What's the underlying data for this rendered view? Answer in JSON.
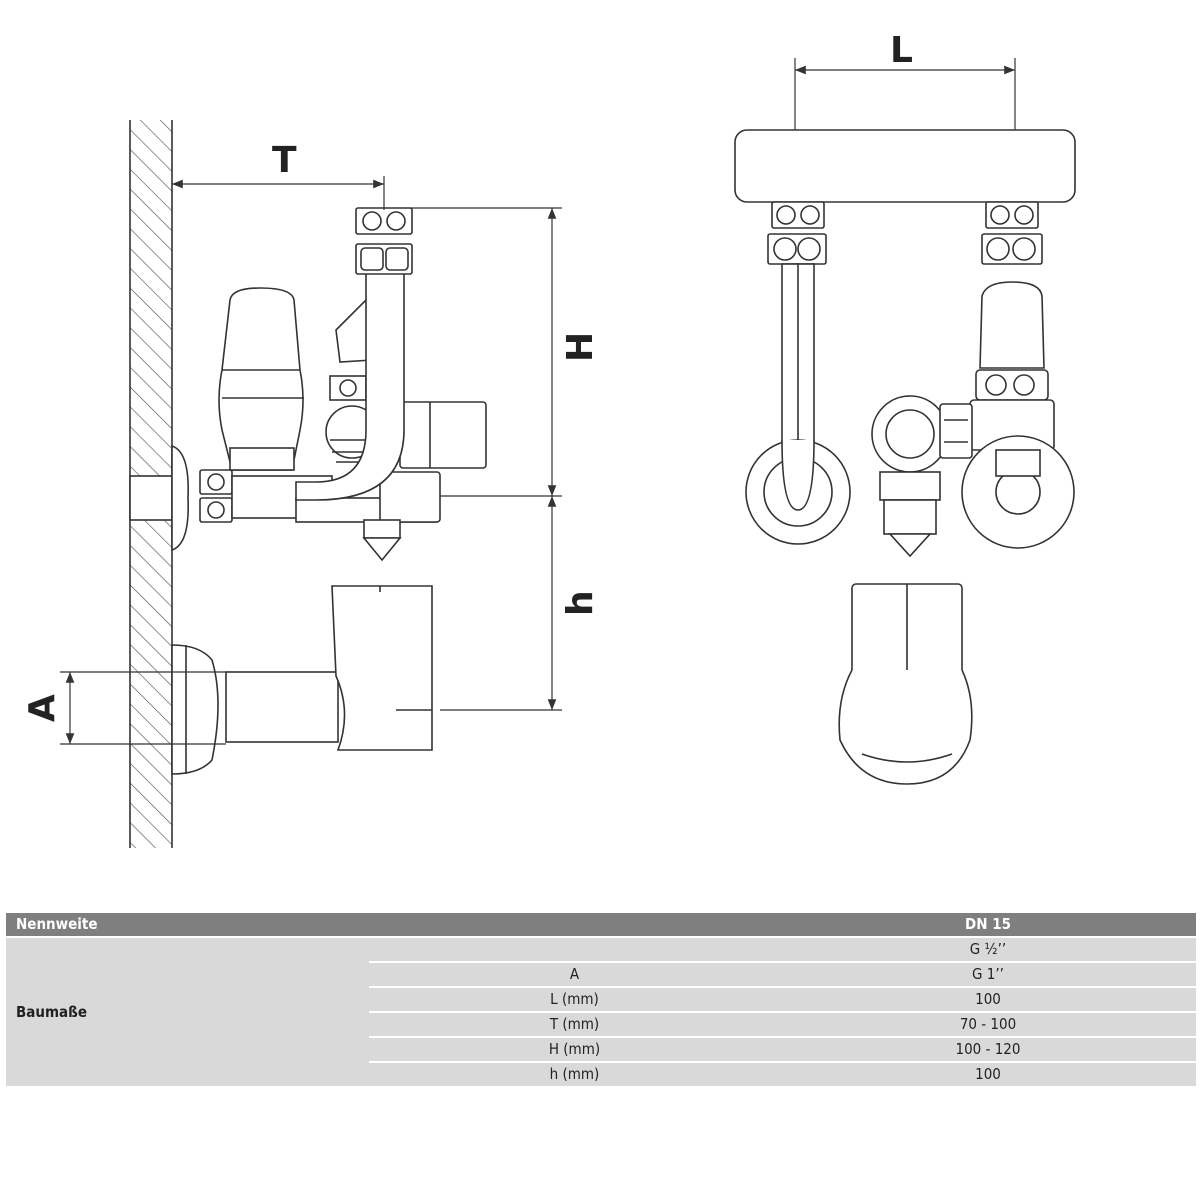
{
  "drawing": {
    "dimension_labels": {
      "T": "T",
      "H": "H",
      "h": "h",
      "A": "A",
      "L": "L"
    }
  },
  "table": {
    "header": {
      "label": "Nennweite",
      "value": "DN 15"
    },
    "group_label": "Baumaße",
    "rows": [
      {
        "param": "",
        "value": "G ½’’"
      },
      {
        "param": "A",
        "value": "G 1’’"
      },
      {
        "param": "L (mm)",
        "value": "100"
      },
      {
        "param": "T (mm)",
        "value": "70 - 100"
      },
      {
        "param": "H (mm)",
        "value": "100 - 120"
      },
      {
        "param": "h (mm)",
        "value": "100"
      }
    ]
  }
}
